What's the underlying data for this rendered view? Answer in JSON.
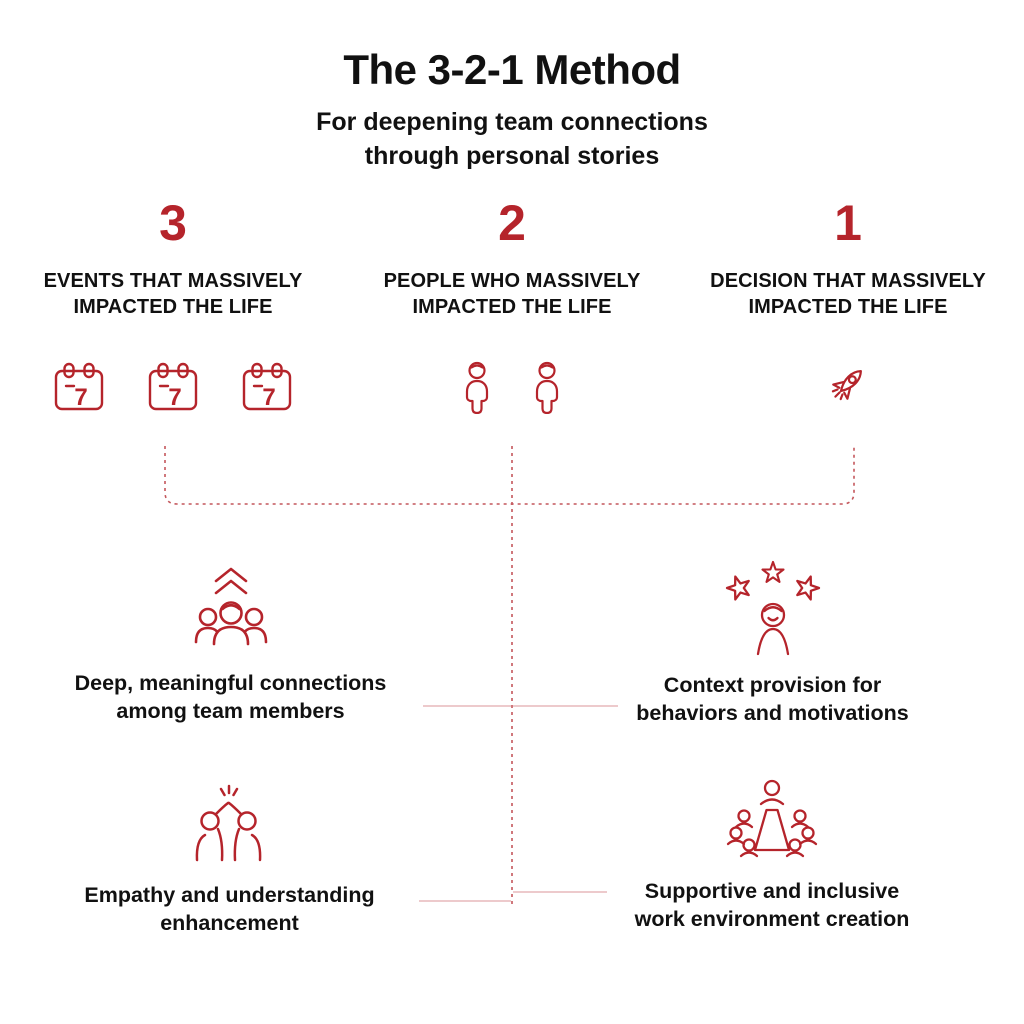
{
  "page": {
    "title": "The 3-2-1 Method",
    "subtitle": [
      "For deepening team connections",
      "through personal stories"
    ]
  },
  "calendar_day": "7",
  "columns": [
    {
      "number": "3",
      "icon": "calendar-icon",
      "icon_count": 3,
      "heading": [
        "EVENTS THAT MASSIVELY",
        "IMPACTED THE LIFE"
      ]
    },
    {
      "number": "2",
      "icon": "person-icon",
      "icon_count": 2,
      "heading": [
        "PEOPLE WHO MASSIVELY",
        "IMPACTED THE LIFE"
      ]
    },
    {
      "number": "1",
      "icon": "rocket-icon",
      "icon_count": 1,
      "heading": [
        "DECISION THAT MASSIVELY",
        "IMPACTED THE LIFE"
      ]
    }
  ],
  "benefits": [
    {
      "side": "left",
      "icon": "team-connections-icon",
      "text": [
        "Deep, meaningful connections",
        "among team members"
      ]
    },
    {
      "side": "right",
      "icon": "star-person-icon",
      "text": [
        "Context provision for",
        "behaviors and motivations"
      ]
    },
    {
      "side": "left",
      "icon": "high-five-icon",
      "text": [
        "Empathy and understanding",
        "enhancement"
      ]
    },
    {
      "side": "right",
      "icon": "inclusive-team-icon",
      "text": [
        "Supportive and inclusive",
        "work environment creation"
      ]
    }
  ],
  "colors": {
    "accent_red": "#B5242B",
    "text_black": "#111111",
    "connector_red": "#C4575C",
    "connector_pink": "#E7B9BB",
    "background": "#FFFFFF"
  }
}
